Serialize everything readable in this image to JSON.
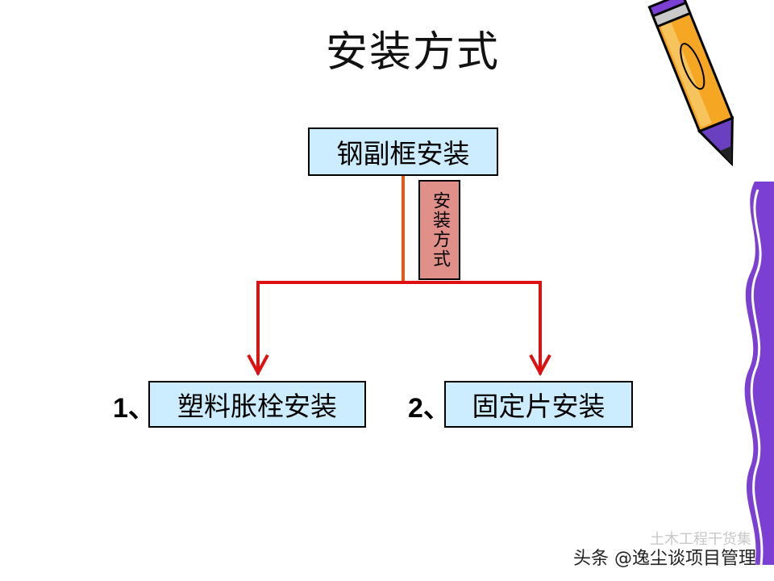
{
  "slide": {
    "title": "安装方式"
  },
  "diagram": {
    "root_label": "钢副框安装",
    "connector_tag": "安装方式",
    "branches": [
      {
        "prefix": "1、",
        "label": "塑料胀栓安装"
      },
      {
        "prefix": "2、",
        "label": "固定片安装"
      }
    ]
  },
  "colors": {
    "box_fill": "#ccecff",
    "trunk_line": "#e05a1a",
    "branch_line": "#dd1111",
    "tag_fill": "#e09088",
    "pencil_body": "#f5a623",
    "ribbon": "#7b3fd4"
  },
  "watermark": {
    "text": "头条 @逸尘谈项目管理",
    "faint_text": "土木工程干货集"
  }
}
